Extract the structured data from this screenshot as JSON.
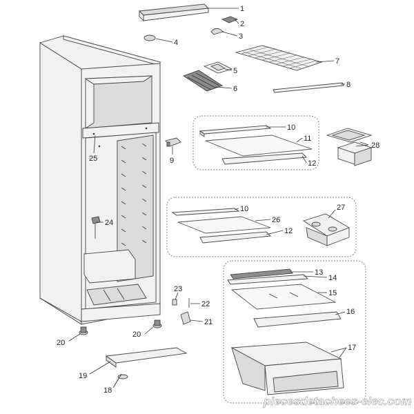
{
  "diagram": {
    "callouts": [
      "1",
      "2",
      "3",
      "4",
      "5",
      "6",
      "7",
      "8",
      "9",
      "10",
      "11",
      "12",
      "24",
      "25",
      "26",
      "27",
      "28",
      "13",
      "14",
      "15",
      "16",
      "17",
      "18",
      "19",
      "20",
      "21",
      "22",
      "23"
    ],
    "second_10": "10",
    "second_12": "12",
    "second_20": "20"
  },
  "watermark": {
    "text": "piecesdetachees-elec.com"
  }
}
